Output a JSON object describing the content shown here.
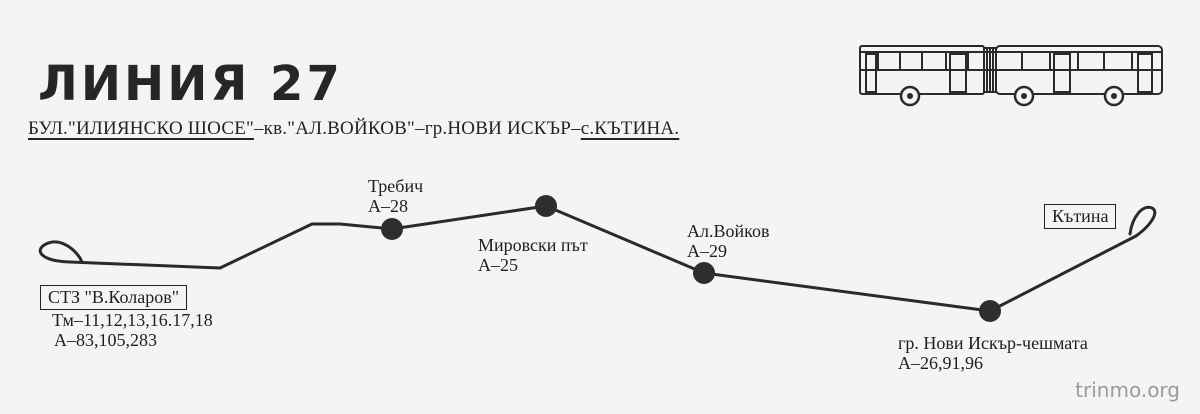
{
  "header": {
    "title": "ЛИНИЯ 27",
    "route": {
      "part1": "БУЛ.\"ИЛИЯНСКО ШОСЕ\"",
      "sep1": "–кв.",
      "part2": "\"АЛ.ВОЙКОВ\"",
      "sep2": "–гр.",
      "part3": "НОВИ ИСКЪР",
      "sep3": "–",
      "part4": "с.КЪТИНА."
    }
  },
  "stops": {
    "start": {
      "name": "СТЗ \"В.Коларов\"",
      "transfer1": "Тм–11,12,13,16.17,18",
      "transfer2": "А–83,105,283"
    },
    "trebich": {
      "name": "Требич",
      "transfer": "А–28"
    },
    "mirovski": {
      "name": "Мировски път",
      "transfer": "А–25"
    },
    "voikov": {
      "name": "Ал.Войков",
      "transfer": "А–29"
    },
    "novi_iskar": {
      "name": "гр. Нови Искър-чешмата",
      "transfer": "А–26,91,96"
    },
    "end": {
      "name": "Кътина"
    }
  },
  "watermark": "trinmo.org",
  "colors": {
    "line": "#2a2a2a",
    "stop_fill": "#2e2e2e",
    "background": "#f4f4f3"
  }
}
